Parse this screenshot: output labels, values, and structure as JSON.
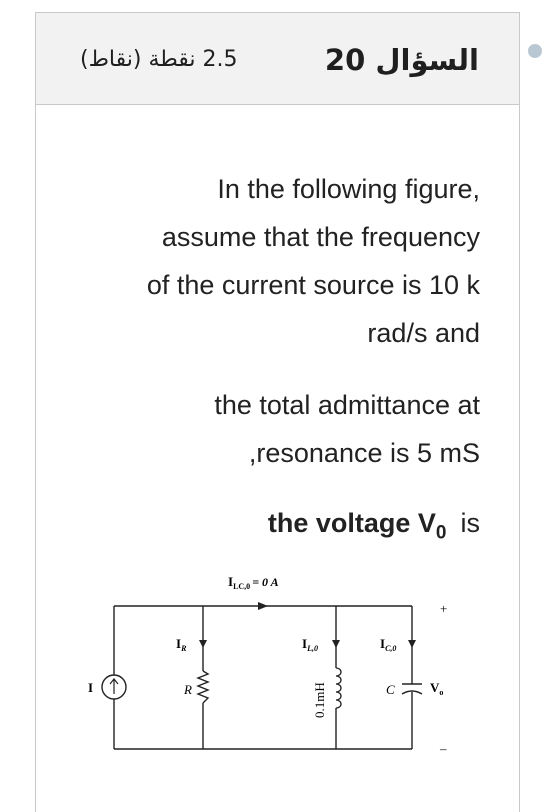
{
  "header": {
    "question_title": "السؤال 20",
    "points": "2.5 نقطة (نقاط)"
  },
  "question": {
    "paragraph1_lines": [
      "In the following figure,",
      "assume that the frequency",
      "of the current source is 10 k",
      "rad/s and"
    ],
    "paragraph2_lines": [
      "the total admittance at",
      ",resonance is 5 mS"
    ],
    "bold_text": "the voltage V",
    "bold_sub": "0",
    "tail_text": "is"
  },
  "figure": {
    "top_label": "I",
    "top_label_sub": "LC,0",
    "top_label_value": "= 0 A",
    "source_label": "I",
    "ir_label": "I",
    "ir_sub": "R",
    "r_label": "R",
    "il_label": "I",
    "il_sub": "L,0",
    "inductor_label": "0.1mH",
    "ic_label": "I",
    "ic_sub": "C,0",
    "c_label": "C",
    "vo_label": "V",
    "vo_sub": "o",
    "plus": "+",
    "minus": "–"
  }
}
